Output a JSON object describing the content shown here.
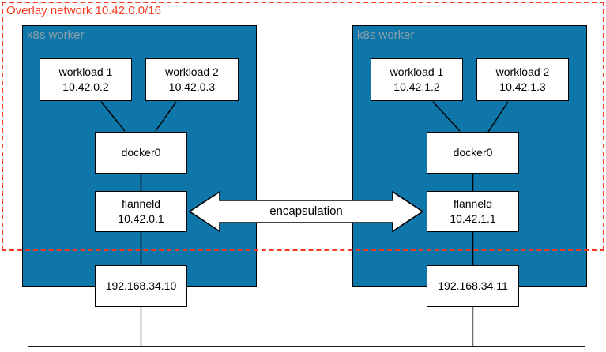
{
  "diagram": {
    "overlay_label": "Overlay network 10.42.0.0/16",
    "arrow_label": "encapsulation",
    "workers": [
      {
        "label": "k8s worker",
        "workloads": [
          {
            "name": "workload 1",
            "ip": "10.42.0.2"
          },
          {
            "name": "workload 2",
            "ip": "10.42.0.3"
          }
        ],
        "bridge_label": "docker0",
        "flannel": {
          "name": "flanneld",
          "ip": "10.42.0.1"
        },
        "host_ip": "192.168.34.10"
      },
      {
        "label": "k8s worker",
        "workloads": [
          {
            "name": "workload 1",
            "ip": "10.42.1.2"
          },
          {
            "name": "workload 2",
            "ip": "10.42.1.3"
          }
        ],
        "bridge_label": "docker0",
        "flannel": {
          "name": "flanneld",
          "ip": "10.42.1.1"
        },
        "host_ip": "192.168.34.11"
      }
    ],
    "colors": {
      "worker_fill": "#0e76a8",
      "overlay_accent": "#f23b22",
      "worker_label_text": "#8ba0ab",
      "node_fill": "#ffffff",
      "node_border": "#000000",
      "connector": "#000000",
      "uplink_connector": "#6e6e6e"
    }
  }
}
